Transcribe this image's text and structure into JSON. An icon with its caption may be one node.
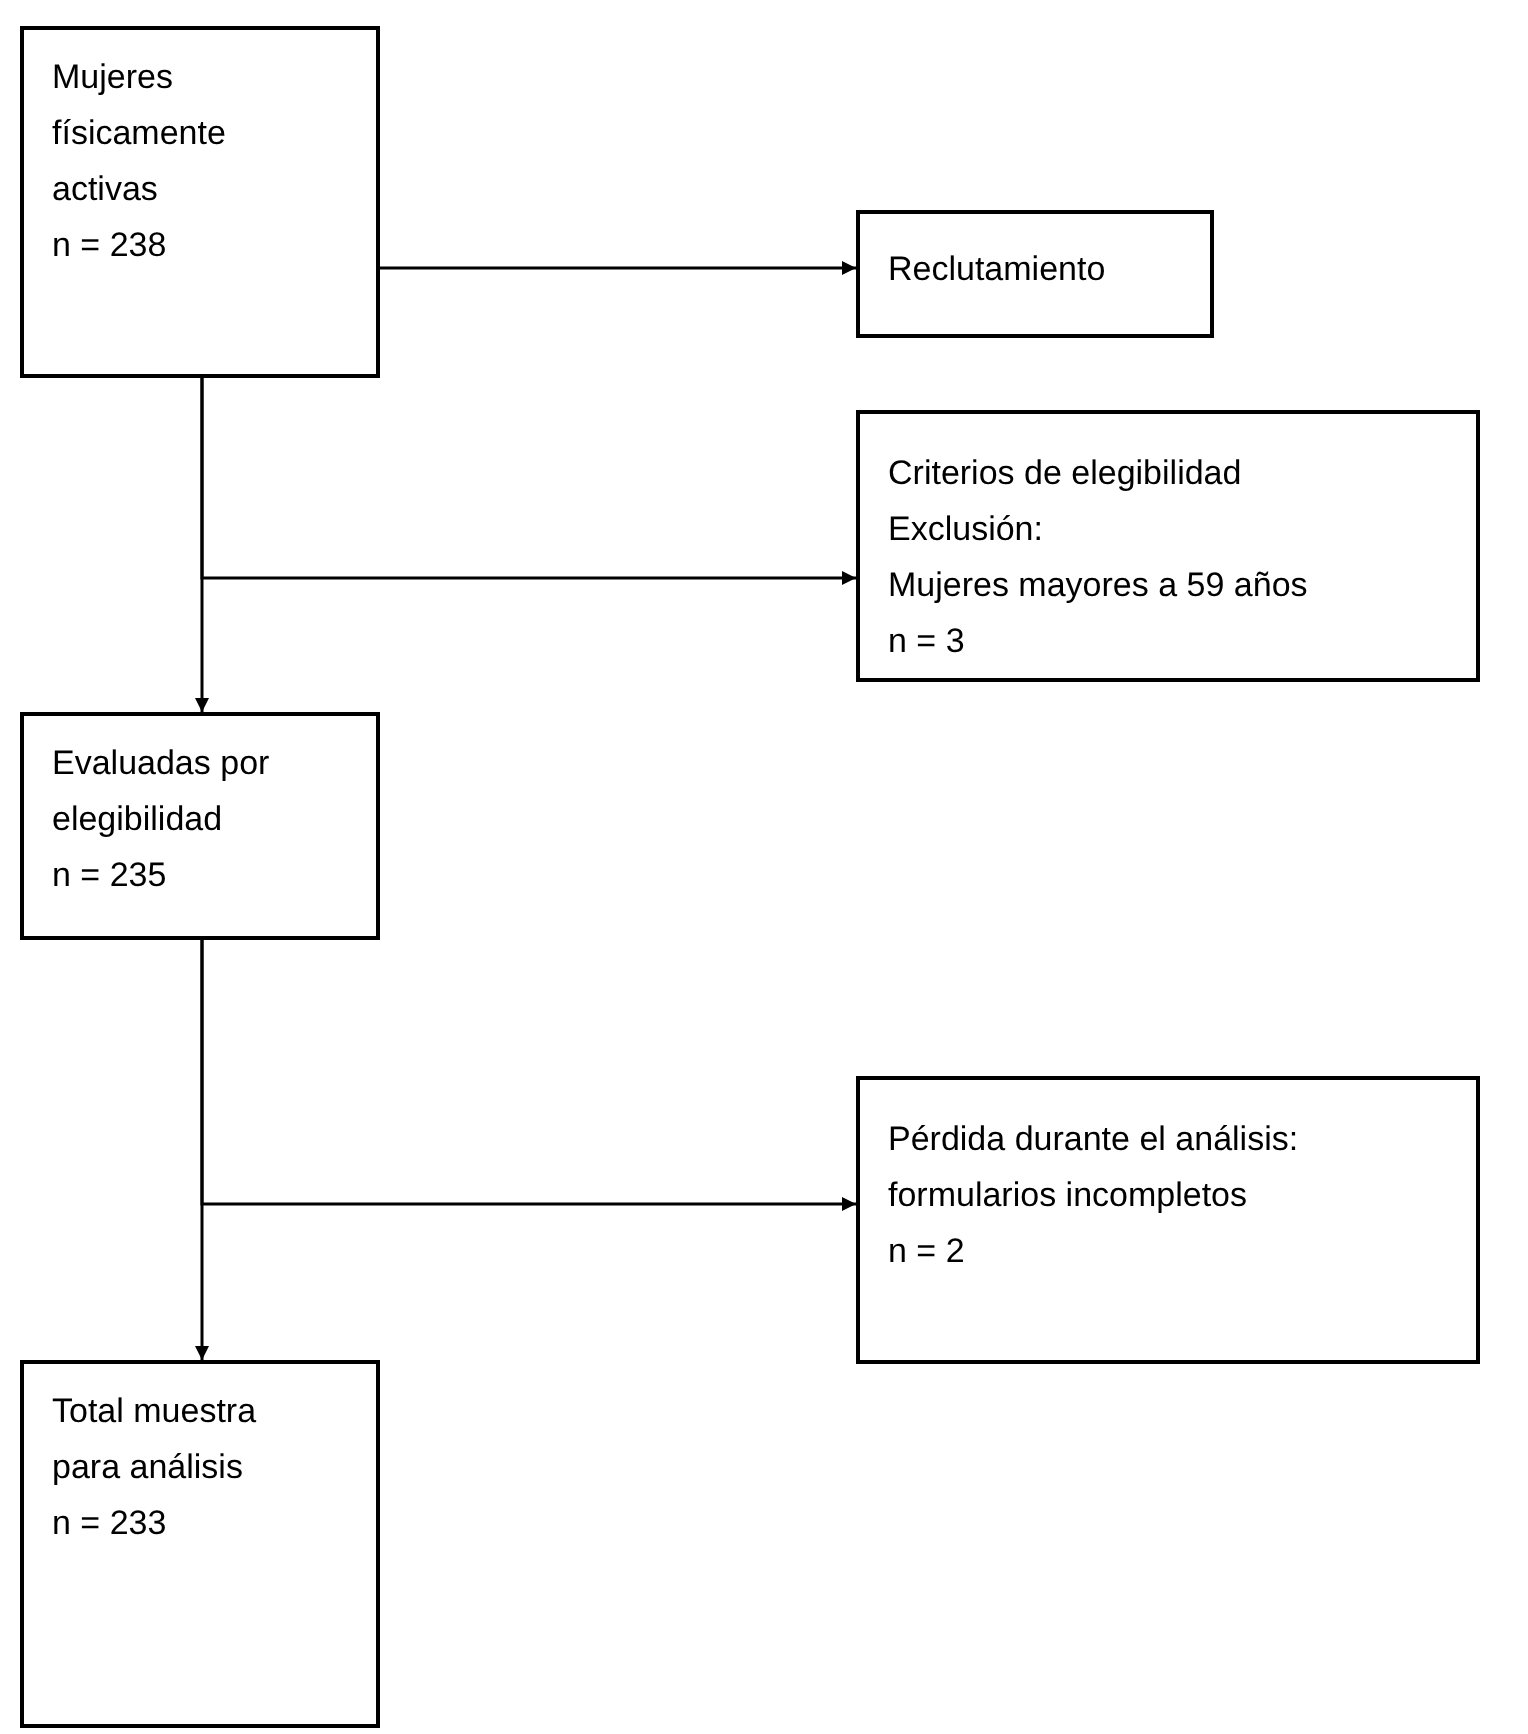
{
  "diagram": {
    "nodes": [
      {
        "text": [
          "Mujeres físicamente activas",
          "n = 238"
        ]
      },
      {
        "text": [
          "Reclutamiento"
        ]
      },
      {
        "text": [
          "Criterios de elegibilidad",
          "Exclusión:",
          "Mujeres mayores a 59 años",
          "n = 3"
        ]
      },
      {
        "text": [
          "Evaluadas por elegibilidad",
          "n = 235"
        ]
      },
      {
        "text": [
          "Pérdida durante el análisis:",
          "formularios incompletos",
          "n = 2"
        ]
      },
      {
        "text": [
          "Total muestra para análisis",
          "n = 233"
        ]
      }
    ],
    "edges": [
      {
        "from": 0,
        "to": 1,
        "arrow": "to"
      },
      {
        "from": 0,
        "to": 2,
        "arrow": "to"
      },
      {
        "from": 0,
        "to": 3,
        "arrow": "to"
      },
      {
        "from": 3,
        "to": 4,
        "arrow": "to"
      },
      {
        "from": 3,
        "to": 5,
        "arrow": "to"
      }
    ]
  }
}
